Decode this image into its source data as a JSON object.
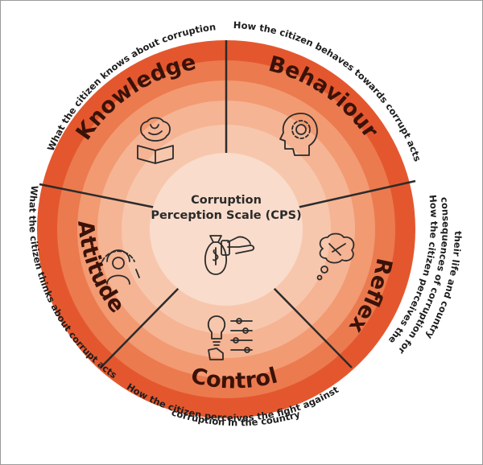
{
  "center": {
    "line1": "Corruption",
    "line2": "Perception Scale (CPS)",
    "icon": "money-bag-hand-icon"
  },
  "segments": {
    "knowledge": {
      "label": "Knowledge",
      "description": "What the citizen knows about corruption",
      "icon": "brain-book-icon"
    },
    "behaviour": {
      "label": "Behaviour",
      "description": "How the citizen behaves towards corrupt acts",
      "icon": "head-gear-icon"
    },
    "reflex": {
      "label": "Reflex",
      "description_line1": "How the citizen perceives the",
      "description_line2": "consequences of corruption for",
      "description_line3": "their life and country",
      "icon": "thought-bubble-icon"
    },
    "control": {
      "label": "Control",
      "description_line1": "How the citizen perceives the fight against",
      "description_line2": "corruption in the country",
      "icon": "lightbulb-sliders-icon"
    },
    "attitude": {
      "label": "Attitude",
      "description": "What the citizen thinks about corrupt acts",
      "icon": "person-target-icon"
    }
  },
  "colors": {
    "outer_ring": "#e4572e",
    "ring_2": "#ec7a4f",
    "ring_3": "#f29a72",
    "ring_4": "#f5b494",
    "center_fill": "#f9dccb",
    "divider": "#2b2b2b"
  }
}
